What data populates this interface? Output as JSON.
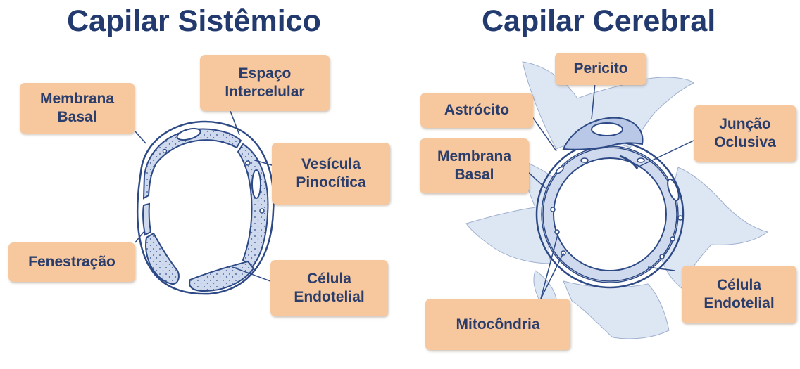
{
  "colors": {
    "title": "#223a6e",
    "label_bg": "#f7c79e",
    "label_text": "#2b3e6b",
    "outline": "#2e4a86",
    "cell_fill": "#cfdaee",
    "tissue_fill": "#dde6f3"
  },
  "left_panel": {
    "title": "Capilar Sistêmico",
    "labels": {
      "membrana_basal": "Membrana\nBasal",
      "espaco_intercelular": "Espaço\nIntercelular",
      "vesicula_pinocitica": "Vesícula\nPinocítica",
      "fenestracao": "Fenestração",
      "celula_endotelial": "Célula\nEndotelial"
    }
  },
  "right_panel": {
    "title": "Capilar Cerebral",
    "labels": {
      "pericito": "Pericito",
      "astrocito": "Astrócito",
      "juncao_oclusiva": "Junção\nOclusiva",
      "membrana_basal": "Membrana\nBasal",
      "celula_endotelial": "Célula\nEndotelial",
      "mitocondria": "Mitocôndria"
    }
  }
}
